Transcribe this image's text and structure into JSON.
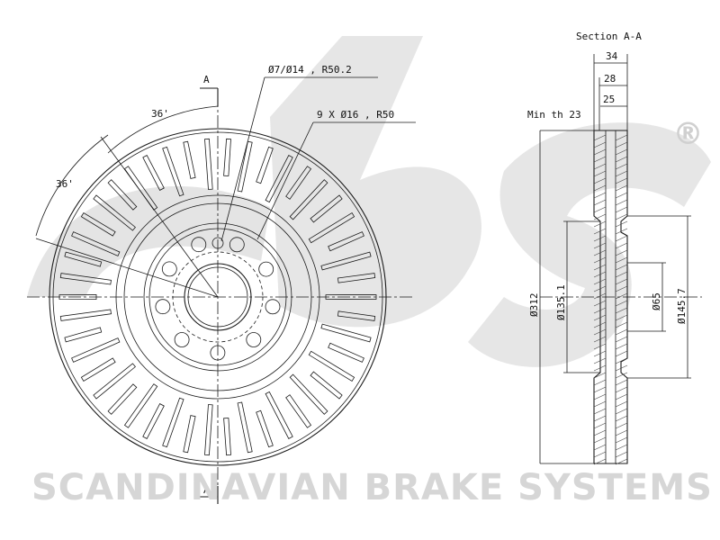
{
  "logo": {
    "text": "sbs",
    "registered_mark": "®"
  },
  "watermark": {
    "text": "SCANDINAVIAN BRAKE SYSTEMS"
  },
  "front_view": {
    "section_marker_top": "A",
    "section_marker_bottom": "A",
    "angle_label_1": "36'",
    "angle_label_2": "36'",
    "hole_callout_1": "Ø7/Ø14 , R50.2",
    "hole_callout_2": "9 X Ø16 , R50"
  },
  "section_view": {
    "title": "Section A-A",
    "dim_total_width": "34",
    "dim_28": "28",
    "dim_25": "25",
    "min_thickness": "Min th 23",
    "dim_outer_dia": "Ø312",
    "dim_hat_dia": "Ø135.1",
    "dim_center_bore": "Ø65",
    "dim_hat_outer": "Ø145.7"
  },
  "colors": {
    "line": "#1a1a1a",
    "watermark": "#d6d6d6",
    "background": "#ffffff"
  }
}
